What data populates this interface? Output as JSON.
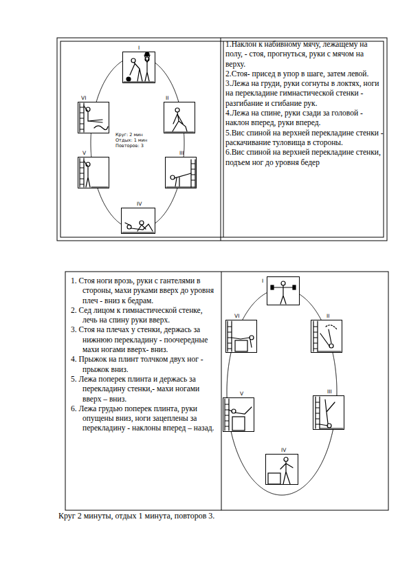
{
  "diagram": {
    "caption": "Круг 2 минуты, отдых 1 минута, повторов 3.",
    "nodes": [
      {
        "text": [
          "1.Наклон к набивному мячу, лежащему на полу, - стоя, прогнуться, руки с мячом на верху.",
          "2.Стоя- присед в упор в шаге, затем левой.",
          "3.Лежа на груди, руки согнуты в локтях, ноги на перекладине гимнастической стенки - разгибание и сгибание рук.",
          "4.Лежа на спине, руки сзади за головой - наклон вперед, руки вперед.",
          "5.Вис спиной на верхней перекладине стенки - раскачивание туловища в стороны.",
          "6.Вис спиной на верхней перекладине стенки, подъем ног до уровня бедер"
        ]
      },
      {
        "text": [
          "I"
        ]
      },
      {
        "text": [
          "II"
        ]
      },
      {
        "text": [
          "III"
        ]
      },
      {
        "text": [
          "IV"
        ]
      },
      {
        "text": [
          "V"
        ]
      },
      {
        "text": [
          "VI"
        ]
      },
      {
        "text": [
          "1. Стоя ноги врозь, руки с гантелями в стороны, махи руками вверх до уровня плеч - вниз к бедрам.",
          "2. Сед лицом к гимнастической стенке, лечь на спину руки вверх.",
          "3. Стоя на плечах у стенки, держась за нижнюю перекладину - поочередные махи ногами вверх- вниз.",
          "4. Прыжок на плинт толчком двух ног - прыжок вниз.",
          "5. Лежа поперек плинта и держась за перекладину стенки,- махи ногами вверх – вниз.",
          "6. Лежа грудью поперек плинта, руки опущены вниз, ноги зацеплены за перекладину - наклоны вперед – назад."
        ]
      },
      {
        "text": [
          "I"
        ]
      },
      {
        "text": [
          "II"
        ]
      },
      {
        "text": [
          "III"
        ]
      },
      {
        "text": [
          "IV"
        ]
      },
      {
        "text": [
          "V"
        ]
      },
      {
        "text": [
          "VI"
        ]
      }
    ],
    "edges": [
      {
        "from": 1,
        "to": 2,
        "arrow": "none"
      },
      {
        "from": 2,
        "to": 3,
        "arrow": "none"
      },
      {
        "from": 3,
        "to": 4,
        "arrow": "none"
      },
      {
        "from": 4,
        "to": 5,
        "arrow": "none"
      },
      {
        "from": 5,
        "to": 6,
        "arrow": "none"
      },
      {
        "from": 6,
        "to": 1,
        "arrow": "none"
      },
      {
        "from": 8,
        "to": 9,
        "arrow": "none"
      },
      {
        "from": 9,
        "to": 10,
        "arrow": "none"
      },
      {
        "from": 10,
        "to": 11,
        "arrow": "none"
      },
      {
        "from": 11,
        "to": 12,
        "arrow": "none"
      },
      {
        "from": 12,
        "to": 13,
        "arrow": "none"
      },
      {
        "from": 13,
        "to": 8,
        "arrow": "none"
      }
    ],
    "labels": [
      "Круг: 2 мин",
      "Отдых: 1 мин",
      "Повторов: 3"
    ]
  }
}
